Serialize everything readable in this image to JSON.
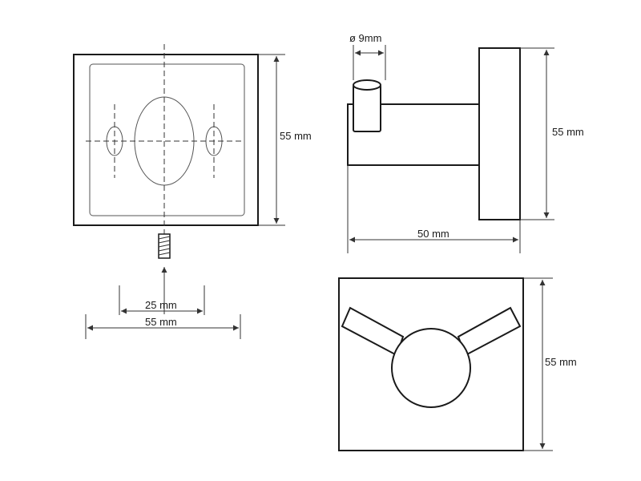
{
  "front_view": {
    "height_label": "55 mm",
    "hole_spacing_label": "25 mm",
    "width_label": "55 mm"
  },
  "side_view": {
    "diameter_label": "ø 9mm",
    "height_label": "55 mm",
    "depth_label": "50 mm"
  },
  "top_view": {
    "height_label": "55 mm"
  },
  "colors": {
    "line": "#1a1a1a",
    "background": "#ffffff"
  }
}
